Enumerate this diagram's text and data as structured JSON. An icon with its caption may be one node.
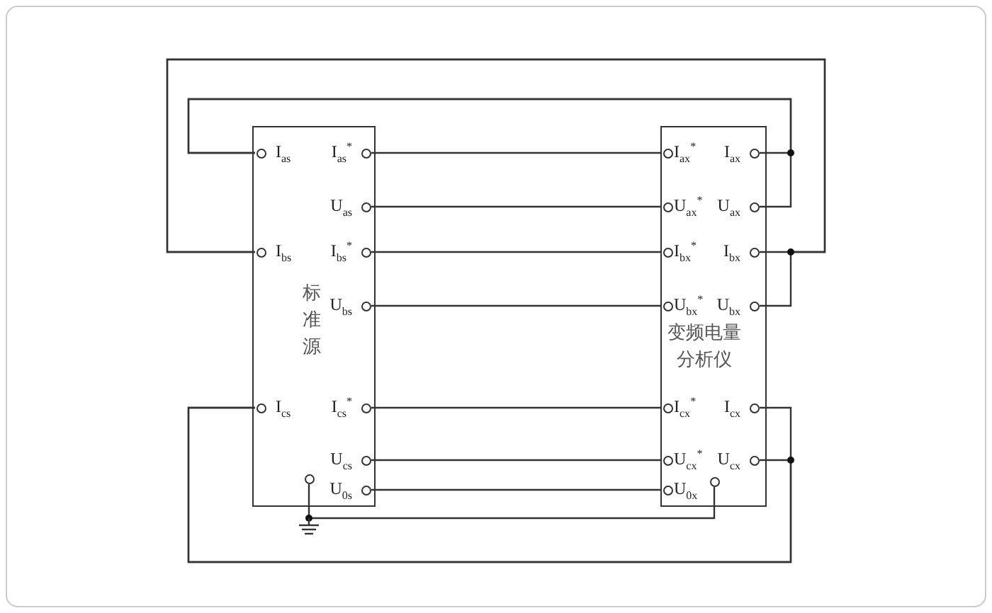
{
  "diagram": {
    "nodes": [
      {
        "text": [
          "标准源"
        ]
      },
      {
        "text": [
          "I$_{as}$"
        ],
        "in": 0
      },
      {
        "text": [
          "I$_{as}$$^{*}$"
        ],
        "in": 0
      },
      {
        "text": [
          "U$_{as}$"
        ],
        "in": 0
      },
      {
        "text": [
          "I$_{bs}$"
        ],
        "in": 0
      },
      {
        "text": [
          "I$_{bs}$$^{*}$"
        ],
        "in": 0
      },
      {
        "text": [
          "U$_{bs}$"
        ],
        "in": 0
      },
      {
        "text": [
          "I$_{cs}$"
        ],
        "in": 0
      },
      {
        "text": [
          "I$_{cs}$$^{*}$"
        ],
        "in": 0
      },
      {
        "text": [
          "U$_{cs}$"
        ],
        "in": 0
      },
      {
        "text": [
          "U$_{0s}$"
        ],
        "in": 0
      },
      {
        "text": [],
        "shape": "circle",
        "in": 0
      },
      {
        "text": [
          "变频电量分析仪"
        ]
      },
      {
        "text": [
          "I$_{ax}$$^{*}$"
        ],
        "in": 12
      },
      {
        "text": [
          "I$_{ax}$"
        ],
        "in": 12
      },
      {
        "text": [
          "U$_{ax}$$^{*}$"
        ],
        "in": 12
      },
      {
        "text": [
          "U$_{ax}$"
        ],
        "in": 12
      },
      {
        "text": [
          "I$_{bx}$$^{*}$"
        ],
        "in": 12
      },
      {
        "text": [
          "I$_{bx}$"
        ],
        "in": 12
      },
      {
        "text": [
          "U$_{bx}$$^{*}$"
        ],
        "in": 12
      },
      {
        "text": [
          "U$_{bx}$"
        ],
        "in": 12
      },
      {
        "text": [
          "I$_{cx}$$^{*}$"
        ],
        "in": 12
      },
      {
        "text": [
          "I$_{cx}$"
        ],
        "in": 12
      },
      {
        "text": [
          "U$_{cx}$$^{*}$"
        ],
        "in": 12
      },
      {
        "text": [
          "U$_{cx}$"
        ],
        "in": 12
      },
      {
        "text": [
          "U$_{0x}$"
        ],
        "in": 12
      },
      {
        "text": [],
        "shape": "circle",
        "in": 12
      },
      {
        "text": [],
        "shape": "ground"
      }
    ],
    "edges": [
      {
        "from": 2,
        "to": 13,
        "arrow": "none"
      },
      {
        "from": 3,
        "to": 15,
        "arrow": "none"
      },
      {
        "from": 5,
        "to": 17,
        "arrow": "none"
      },
      {
        "from": 6,
        "to": 19,
        "arrow": "none"
      },
      {
        "from": 8,
        "to": 21,
        "arrow": "none"
      },
      {
        "from": 9,
        "to": 23,
        "arrow": "none"
      },
      {
        "from": 10,
        "to": 25,
        "arrow": "none"
      },
      {
        "from": 11,
        "to": 27,
        "arrow": "none"
      },
      {
        "from": 1,
        "to": 14,
        "arrow": "none"
      },
      {
        "from": 1,
        "to": 16,
        "arrow": "none"
      },
      {
        "from": 4,
        "to": 18,
        "arrow": "none"
      },
      {
        "from": 4,
        "to": 20,
        "arrow": "none"
      },
      {
        "from": 7,
        "to": 22,
        "arrow": "none"
      },
      {
        "from": 7,
        "to": 24,
        "arrow": "none"
      },
      {
        "from": 27,
        "to": 26,
        "arrow": "none"
      }
    ]
  }
}
